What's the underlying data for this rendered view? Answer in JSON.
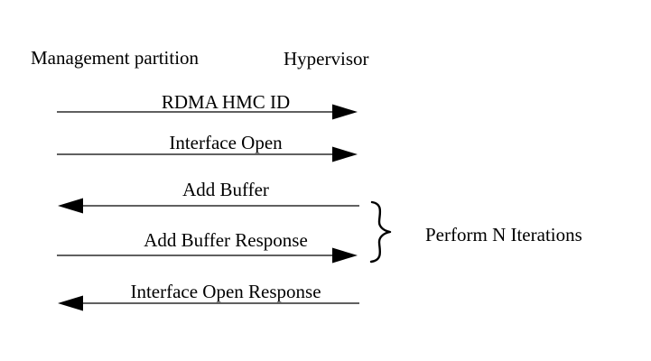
{
  "participants": {
    "left": "Management partition",
    "right": "Hypervisor"
  },
  "messages": [
    {
      "label": "RDMA HMC ID",
      "direction": "right"
    },
    {
      "label": "Interface Open",
      "direction": "right"
    },
    {
      "label": "Add Buffer",
      "direction": "left"
    },
    {
      "label": "Add Buffer Response",
      "direction": "right"
    },
    {
      "label": "Interface Open Response",
      "direction": "left"
    }
  ],
  "iteration_group": {
    "label": "Perform N Iterations"
  },
  "colors": {
    "ink": "#000000",
    "background": "#ffffff"
  }
}
